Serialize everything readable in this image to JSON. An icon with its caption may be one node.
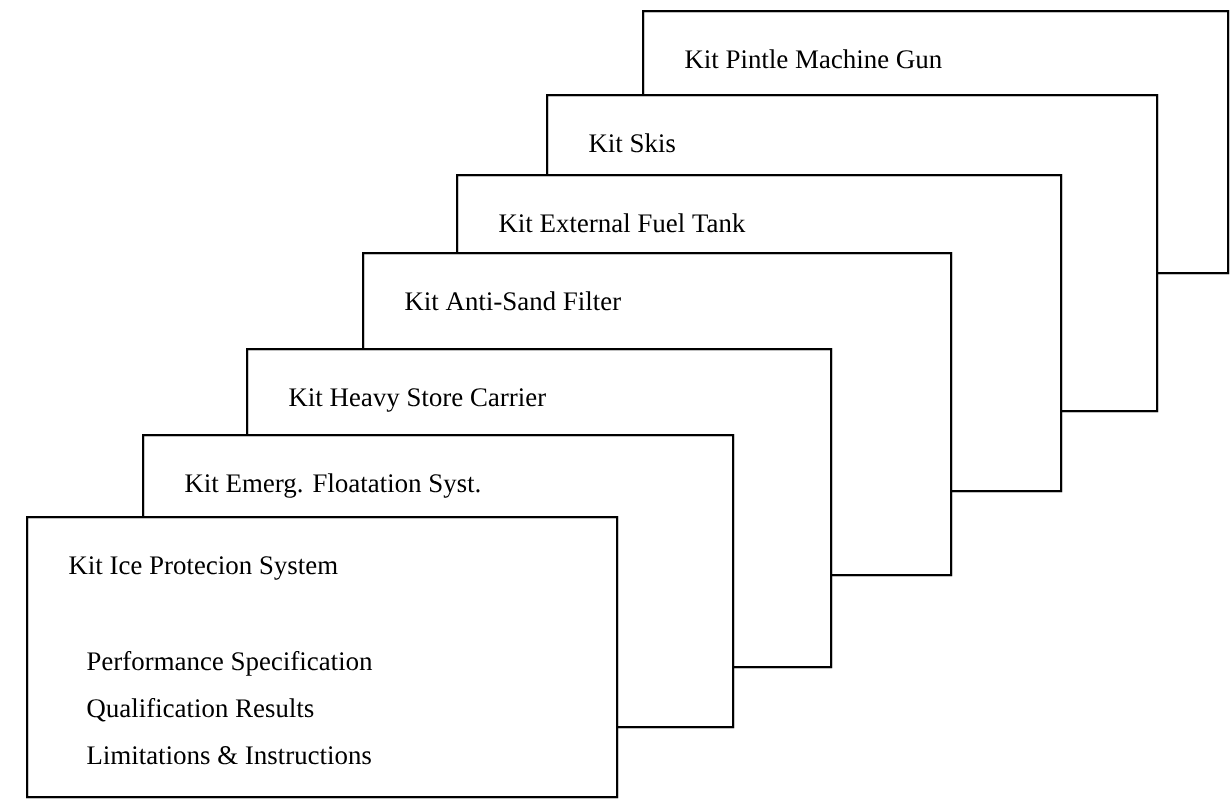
{
  "diagram": {
    "nodes": [
      {
        "text": [
          "Kit Pintle Machine Gun"
        ]
      },
      {
        "text": [
          "Kit Skis"
        ]
      },
      {
        "text": [
          "Kit External Fuel Tank"
        ]
      },
      {
        "text": [
          "Kit Anti-Sand Filter"
        ]
      },
      {
        "text": [
          "Kit Heavy Store Carrier"
        ]
      },
      {
        "text": [
          "Kit Emerg. Floatation Syst."
        ]
      },
      {
        "text": [
          "Kit Ice Protecion System",
          "Performance Specification",
          "Qualification Results",
          "Limitations & Instructions"
        ]
      }
    ]
  }
}
